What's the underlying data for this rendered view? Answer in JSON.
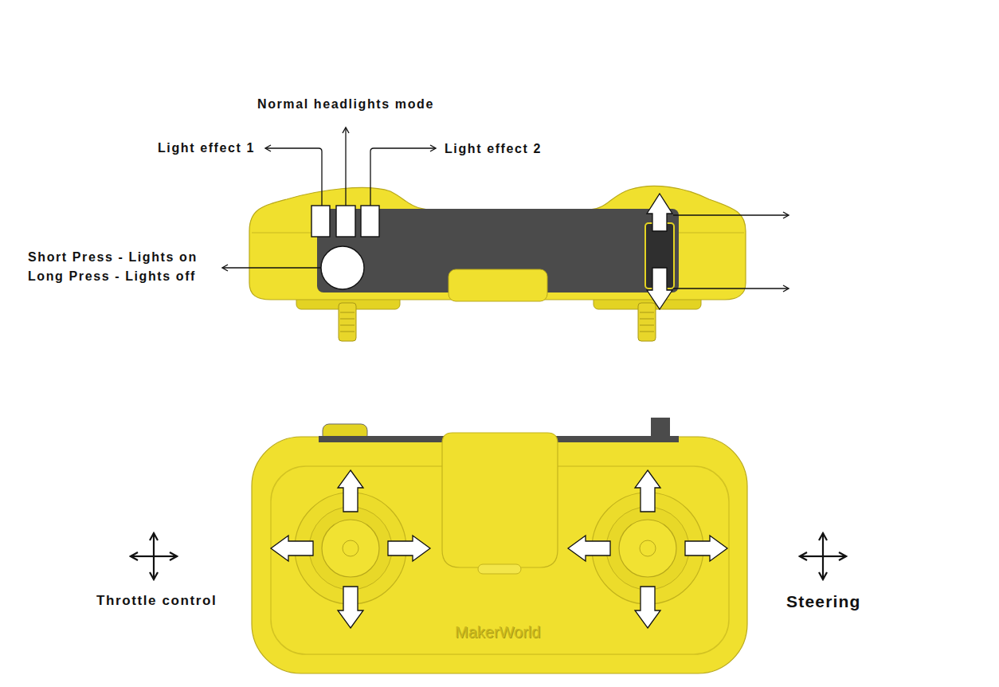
{
  "diagram": {
    "labels": [
      "Normal headlights mode",
      "Light effect 1",
      "Light effect 2",
      "Short Press - Lights on Long Press - Lights off",
      "Throttle control",
      "Steering",
      "MakerWorld"
    ]
  }
}
